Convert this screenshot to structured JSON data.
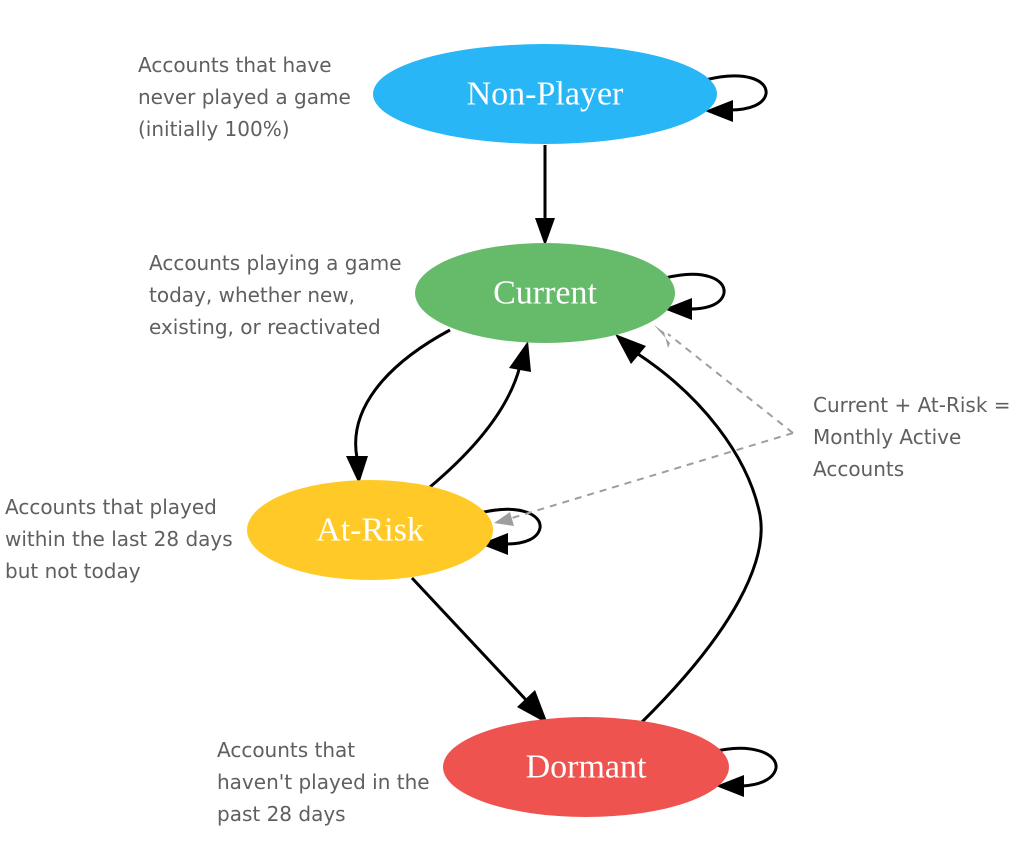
{
  "nodes": {
    "non_player": {
      "label": "Non-Player",
      "color": "#29b6f6"
    },
    "current": {
      "label": "Current",
      "color": "#66bb6a"
    },
    "at_risk": {
      "label": "At-Risk",
      "color": "#ffca28"
    },
    "dormant": {
      "label": "Dormant",
      "color": "#ef5350"
    }
  },
  "notes": {
    "non_player": "Accounts that have\nnever played a game\n(initially 100%)",
    "current": "Accounts playing a game\ntoday, whether new,\nexisting, or reactivated",
    "at_risk": "Accounts that played\nwithin the last 28 days\nbut not today",
    "dormant": "Accounts that\nhaven't played in the\npast 28 days",
    "mau": "Current + At-Risk =\nMonthly Active\nAccounts"
  },
  "colors": {
    "edge": "#000000",
    "annotation_line": "#9e9e9e",
    "note_text": "#5f5f5f"
  }
}
